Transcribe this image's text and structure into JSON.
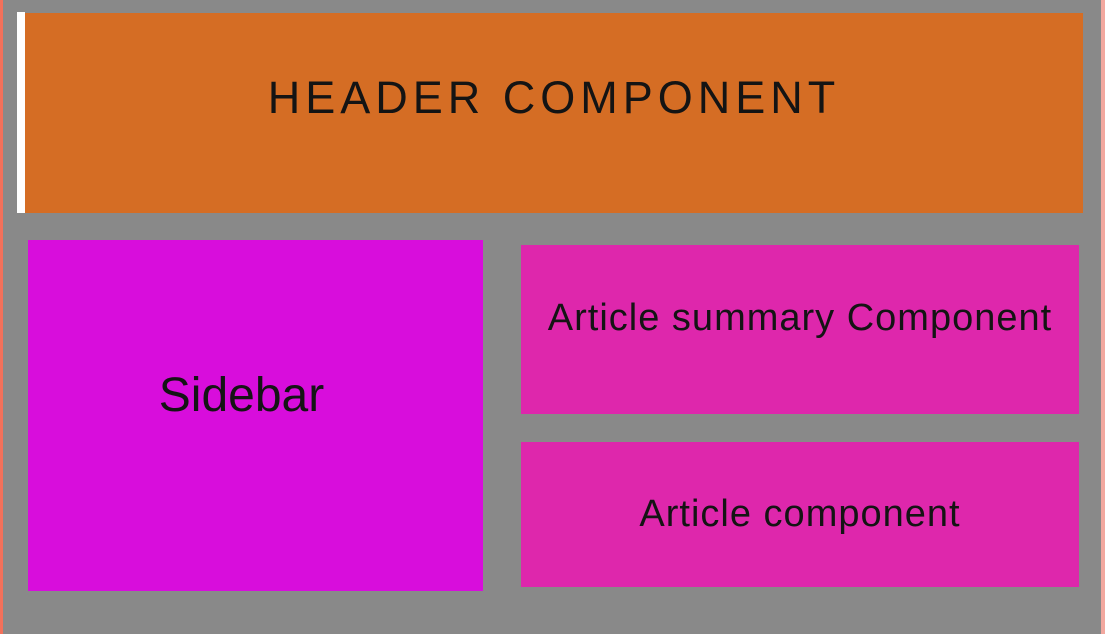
{
  "window": {
    "background": "#898989",
    "left_border_color": "#F3705A",
    "right_border_color": "#F2A89F",
    "accent_bar_color": "#FFFFFF"
  },
  "header": {
    "label": "HEADER COMPONENT",
    "background": "#D56D24"
  },
  "sidebar": {
    "label": "Sidebar",
    "background": "#D80DDC"
  },
  "main": {
    "article_summary": {
      "label": "Article summary Component",
      "background": "#DE27AC"
    },
    "article": {
      "label": "Article component",
      "background": "#DE27AC"
    }
  }
}
